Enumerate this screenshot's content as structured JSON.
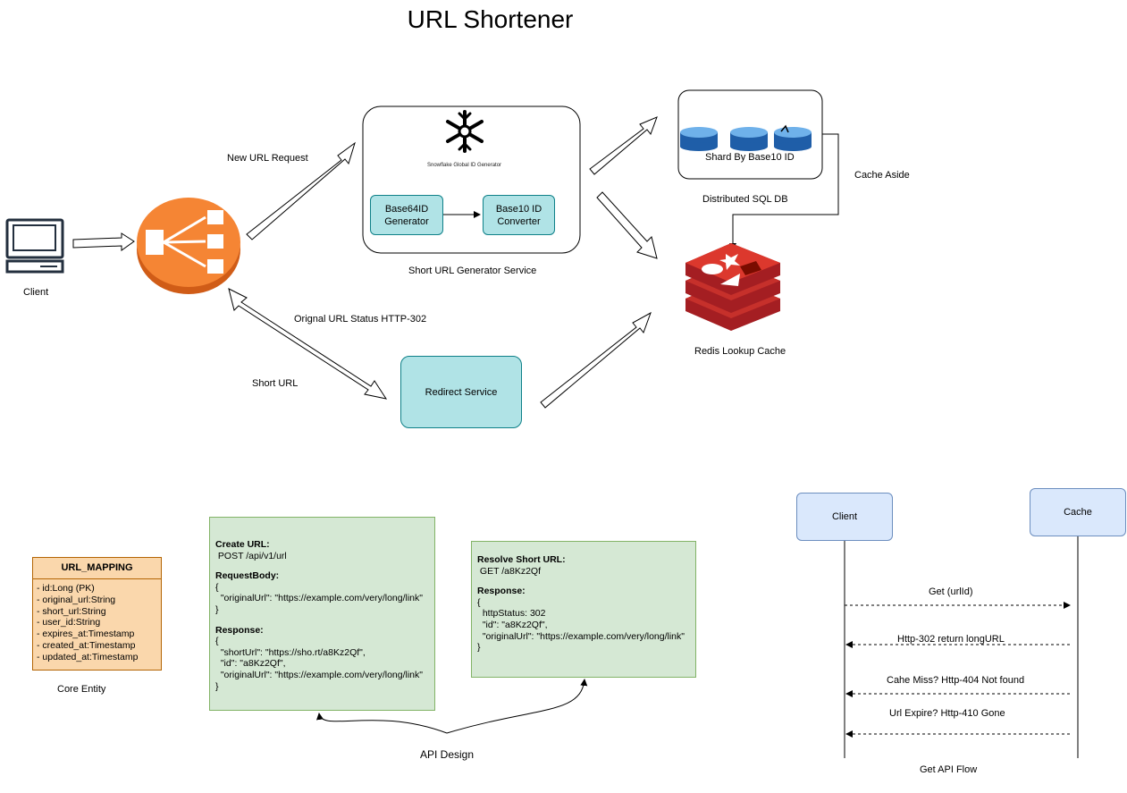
{
  "title": "URL Shortener",
  "client": {
    "label": "Client"
  },
  "edges": {
    "new_url_request": "New URL Request",
    "original_url_status": "Orignal URL Status HTTP-302",
    "short_url": "Short URL",
    "cache_aside": "Cache Aside"
  },
  "generator_service": {
    "label": "Short URL Generator Service",
    "snowflake_label": "Snowflake Global ID Generator",
    "base64_box": "Base64ID\nGenerator",
    "base10_box": "Base10 ID\nConverter"
  },
  "sql_db": {
    "shard_label": "Shard By Base10 ID",
    "caption": "Distributed  SQL DB"
  },
  "redis": {
    "caption": "Redis Lookup Cache"
  },
  "redirect_service": {
    "label": "Redirect Service"
  },
  "entity": {
    "name": "URL_MAPPING",
    "fields": [
      "- id:Long (PK)",
      "- original_url:String",
      "- short_url:String",
      "- user_id:String",
      "- expires_at:Timestamp",
      "- created_at:Timestamp",
      "- updated_at:Timestamp"
    ],
    "caption": "Core Entity"
  },
  "api": {
    "caption": "API  Design",
    "create": {
      "heading": "Create URL:",
      "endpoint": " POST /api/v1/url",
      "request_heading": "RequestBody:",
      "request_body": "{\n  \"originalUrl\": \"https://example.com/very/long/link\"\n}",
      "response_heading": "Response:",
      "response_body": "{\n  \"shortUrl\": \"https://sho.rt/a8Kz2Qf\",\n  \"id\": \"a8Kz2Qf\",\n  \"originalUrl\": \"https://example.com/very/long/link\"\n}"
    },
    "resolve": {
      "heading": "Resolve Short URL:",
      "endpoint": " GET /a8Kz2Qf",
      "response_heading": "Response:",
      "response_body": "{\n  httpStatus: 302\n  \"id\": \"a8Kz2Qf\",\n  \"originalUrl\": \"https://example.com/very/long/link\"\n}"
    }
  },
  "flow": {
    "client": "Client",
    "cache": "Cache",
    "messages": [
      "Get (urlId)",
      "Http-302 return longURL",
      "Cahe Miss? Http-404 Not found",
      "Url Expire? Http-410 Gone"
    ],
    "caption": "Get API Flow"
  },
  "colors": {
    "teal_fill": "#b0e3e6",
    "teal_stroke": "#0e8088",
    "green_fill": "#d5e8d4",
    "green_stroke": "#82b366",
    "entity_fill": "#fad7ac",
    "entity_stroke": "#b46504",
    "lifeline_fill": "#dae8fc",
    "lifeline_stroke": "#6c8ebf",
    "load_balancer": "#f58534",
    "redis_red": "#c1272d",
    "db_blue": "#4a90d9"
  }
}
